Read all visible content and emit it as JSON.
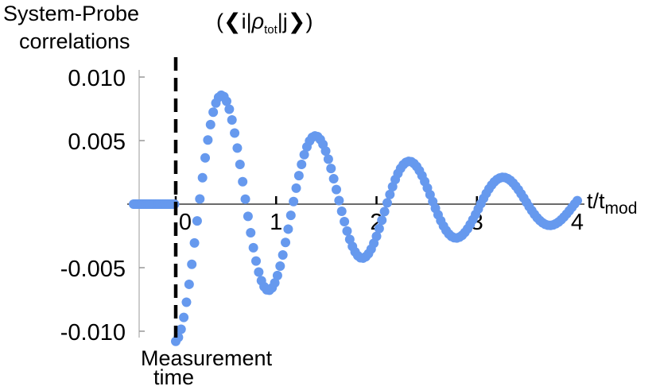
{
  "chart_data": {
    "type": "scatter",
    "title": "(⟨i|ρ_tot|j⟩)",
    "title_parts": {
      "open": "(",
      "bra": "❮i|",
      "rho": "ρ",
      "sub": "tot",
      "ket": "|j❯",
      "close": ")"
    },
    "ylabel_lines": [
      "System-Probe",
      "correlations"
    ],
    "xlabel": {
      "main": "t/t",
      "sub": "mod"
    },
    "xlim": [
      -0.45,
      4.1
    ],
    "ylim": [
      -0.011,
      0.0105
    ],
    "x_ticks": [
      0,
      1,
      2,
      3,
      4
    ],
    "x_tick_labels": [
      "0",
      "1",
      "2",
      "3",
      "4"
    ],
    "y_ticks": [
      0.01,
      0.005,
      -0.005,
      -0.01
    ],
    "y_tick_labels": [
      "0.010",
      "0.005",
      "-0.005",
      "-0.010"
    ],
    "marker_color": "#6699ee",
    "annotation": {
      "x": 0,
      "lines": [
        "Measurement",
        "time"
      ],
      "style": "dashed-vertical-line"
    },
    "series": [
      {
        "pre_measurement": {
          "x_start": -0.42,
          "x_end": 0,
          "y": 0
        },
        "model": "y = -A * exp(-x / tau) * cos(2*pi*f*x)",
        "A": 0.0108,
        "tau": 2.0,
        "f": 1.07,
        "x_start": 0,
        "x_end": 4.0,
        "n_points": 150
      }
    ]
  }
}
